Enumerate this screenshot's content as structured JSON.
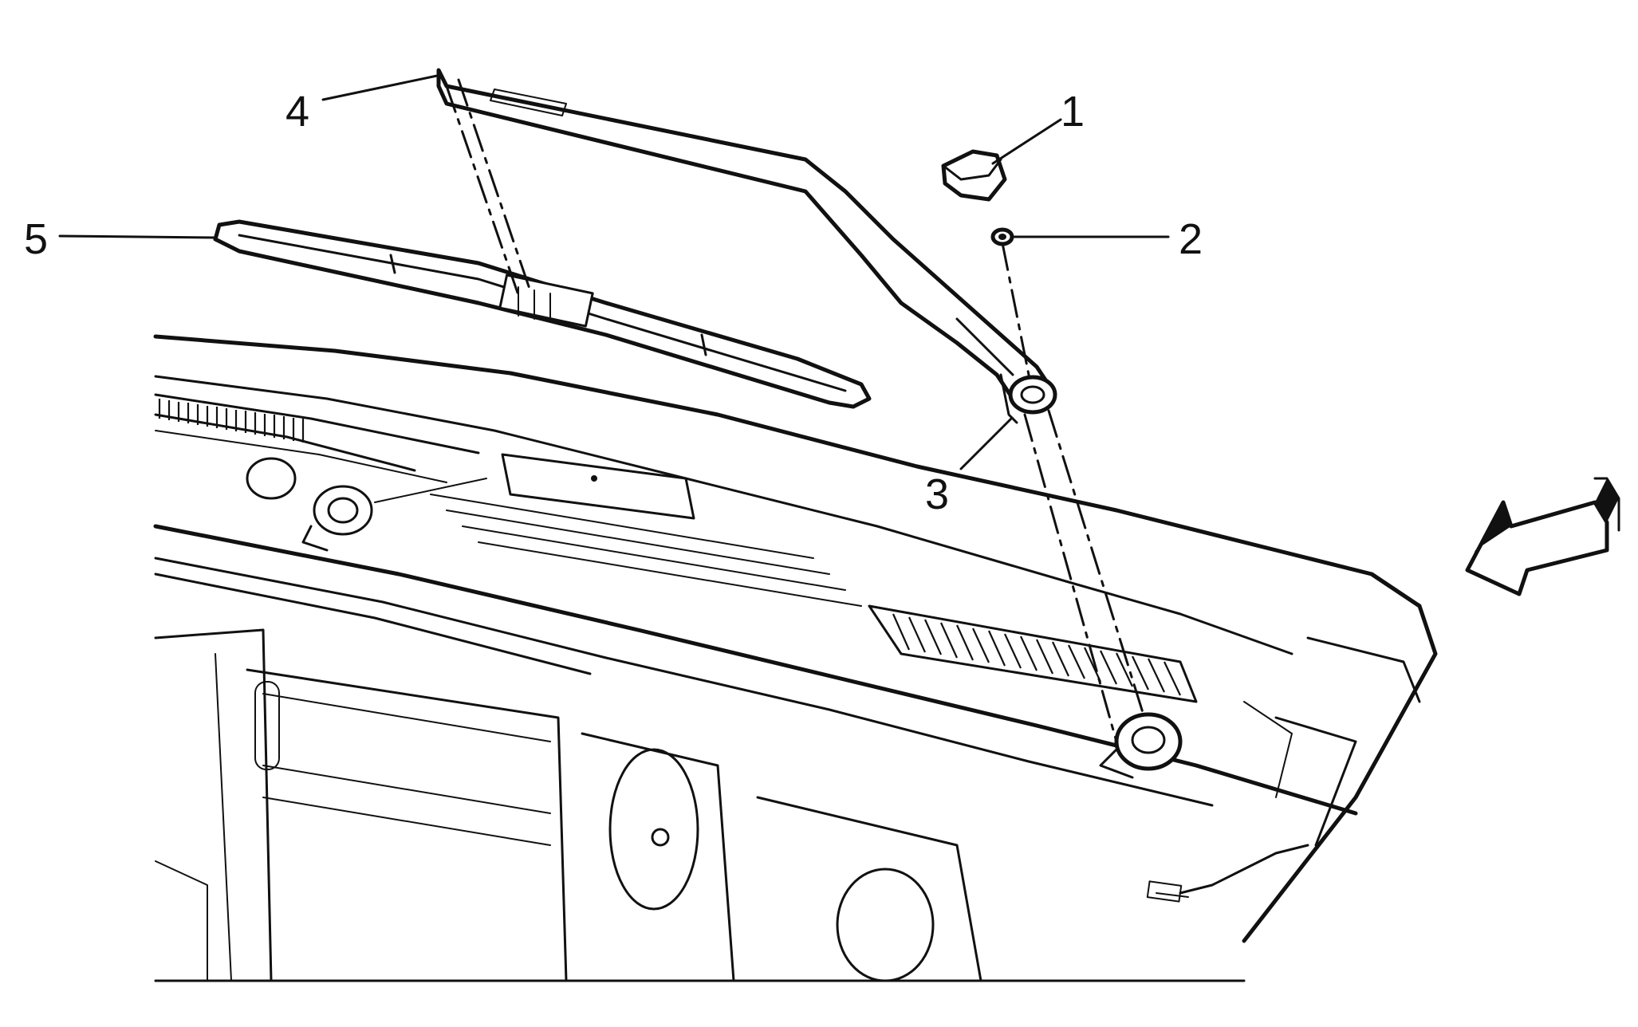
{
  "diagram": {
    "callouts": [
      {
        "id": "1",
        "label": "1"
      },
      {
        "id": "2",
        "label": "2"
      },
      {
        "id": "3",
        "label": "3"
      },
      {
        "id": "4",
        "label": "4"
      },
      {
        "id": "5",
        "label": "5"
      }
    ],
    "view_arrow_icon": "forward-direction-arrow-icon",
    "line_color": "#111111",
    "background": "#ffffff"
  }
}
